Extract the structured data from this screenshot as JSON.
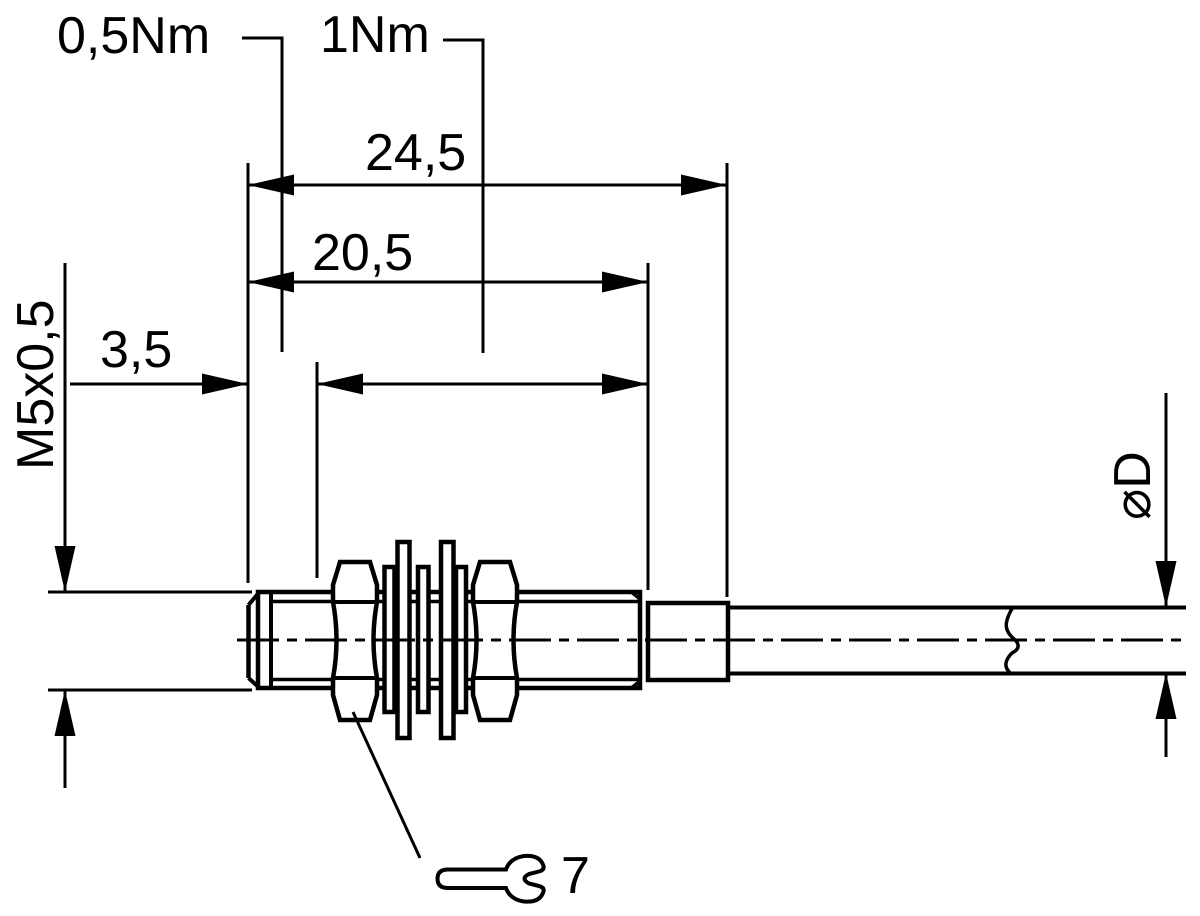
{
  "drawing": {
    "type": "technical-dimension-drawing",
    "subject": "M5 threaded cylindrical sensor with fixing nuts, washers and cable",
    "background_color": "#ffffff",
    "line_color": "#000000",
    "labels": {
      "torque_front": "0,5Nm",
      "torque_rear": "1Nm",
      "length_overall": "24,5",
      "length_thread_section": "20,5",
      "length_tip": "3,5",
      "thread_spec": "M5x0,5",
      "cable_diameter": "⌀D",
      "wrench_size": "7"
    }
  }
}
